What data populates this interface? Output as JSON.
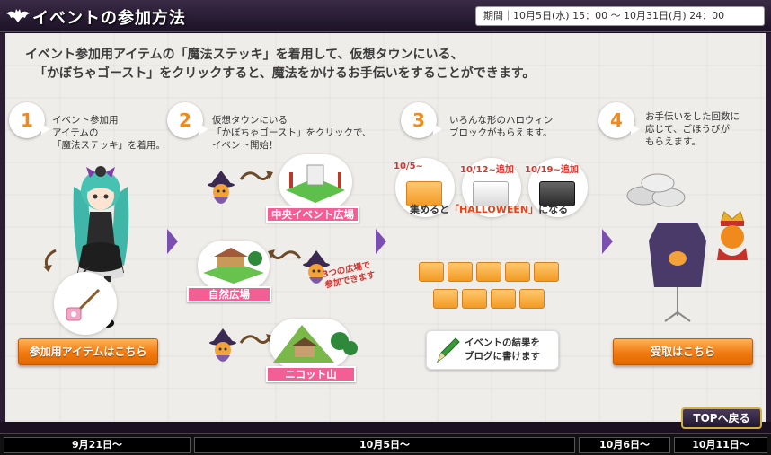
{
  "header": {
    "title": "イベントの参加方法",
    "period": "期間｜10月5日(水) 15：00 〜 10月31日(月) 24：00"
  },
  "intro": {
    "line1": "イベント参加用アイテムの「魔法ステッキ」を着用して、仮想タウンにいる、",
    "line2": "「かぼちゃゴースト」をクリックすると、魔法をかけるお手伝いをすることができます。"
  },
  "steps": [
    {
      "num": "1",
      "lines": [
        "イベント参加用",
        "アイテムの",
        "「魔法ステッキ」を着用。"
      ]
    },
    {
      "num": "2",
      "lines": [
        "仮想タウンにいる",
        "「かぼちゃゴースト」をクリックで、",
        "イベント開始！"
      ]
    },
    {
      "num": "3",
      "lines": [
        "いろんな形のハロウィン",
        "ブロックがもらえます。"
      ]
    },
    {
      "num": "4",
      "lines": [
        "お手伝いをした回数に",
        "応じて、ごほうびが",
        "もらえます。"
      ]
    }
  ],
  "locations": {
    "central": "中央イベント広場",
    "nature": "自然広場",
    "mountain": "ニコット山"
  },
  "note": {
    "line1": "3つの広場で",
    "line2": "参加できます"
  },
  "dates": {
    "d1": "10/5~",
    "d2": "10/12~追加",
    "d3": "10/19~追加"
  },
  "collect": {
    "prefix": "集めると",
    "highlight": "「HALLOWEEN」",
    "suffix": "になる"
  },
  "blog": {
    "line1": "イベントの結果を",
    "line2": "ブログに書けます"
  },
  "buttons": {
    "item": "参加用アイテムはこちら",
    "receive": "受取はこちら",
    "top": "TOPへ戻る"
  },
  "timeline": [
    "9月21日〜",
    "10月5日〜",
    "10月6日〜",
    "10月11日〜"
  ],
  "colors": {
    "accent_orange": "#f08a1c",
    "label_pink": "#f35e95",
    "arrow_purple": "#7a4fb0"
  }
}
